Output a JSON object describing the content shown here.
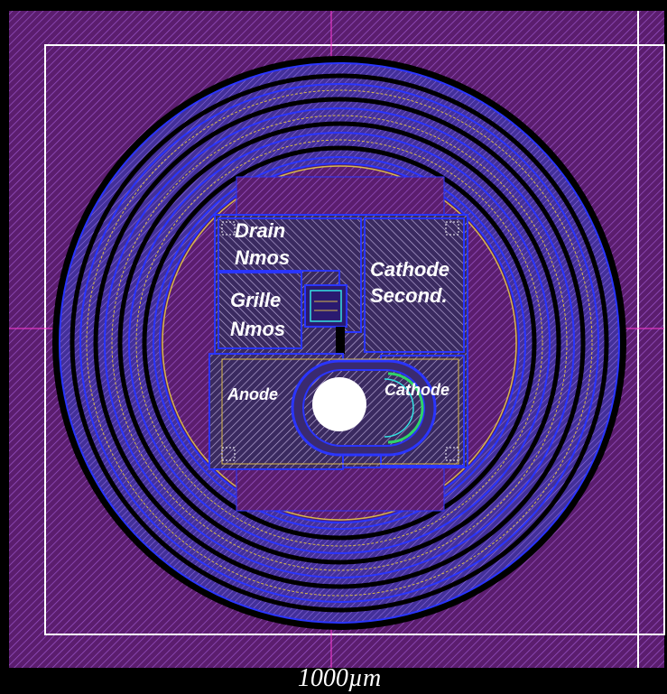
{
  "labels": {
    "drain_line1": "Drain",
    "drain_line2": "Nmos",
    "grille_line1": "Grille",
    "grille_line2": "Nmos",
    "cathode_second_line1": "Cathode",
    "cathode_second_line2": "Second.",
    "anode": "Anode",
    "cathode": "Cathode"
  },
  "scale_bar": {
    "text": "1000µm"
  },
  "colors": {
    "background": "#000000",
    "substrate": "#5b1d6e",
    "hatch": "#8a45b8",
    "metal_outline": "#2a35ff",
    "guard_ring_black": "#000000",
    "ring_fill": "#4a2d9a",
    "yellow_layer": "#d8b84a",
    "white_outline": "#ffffff",
    "green_arc": "#2fd36a",
    "cyan_detail": "#34e2e2",
    "crosshair": "#ff3bd2"
  }
}
